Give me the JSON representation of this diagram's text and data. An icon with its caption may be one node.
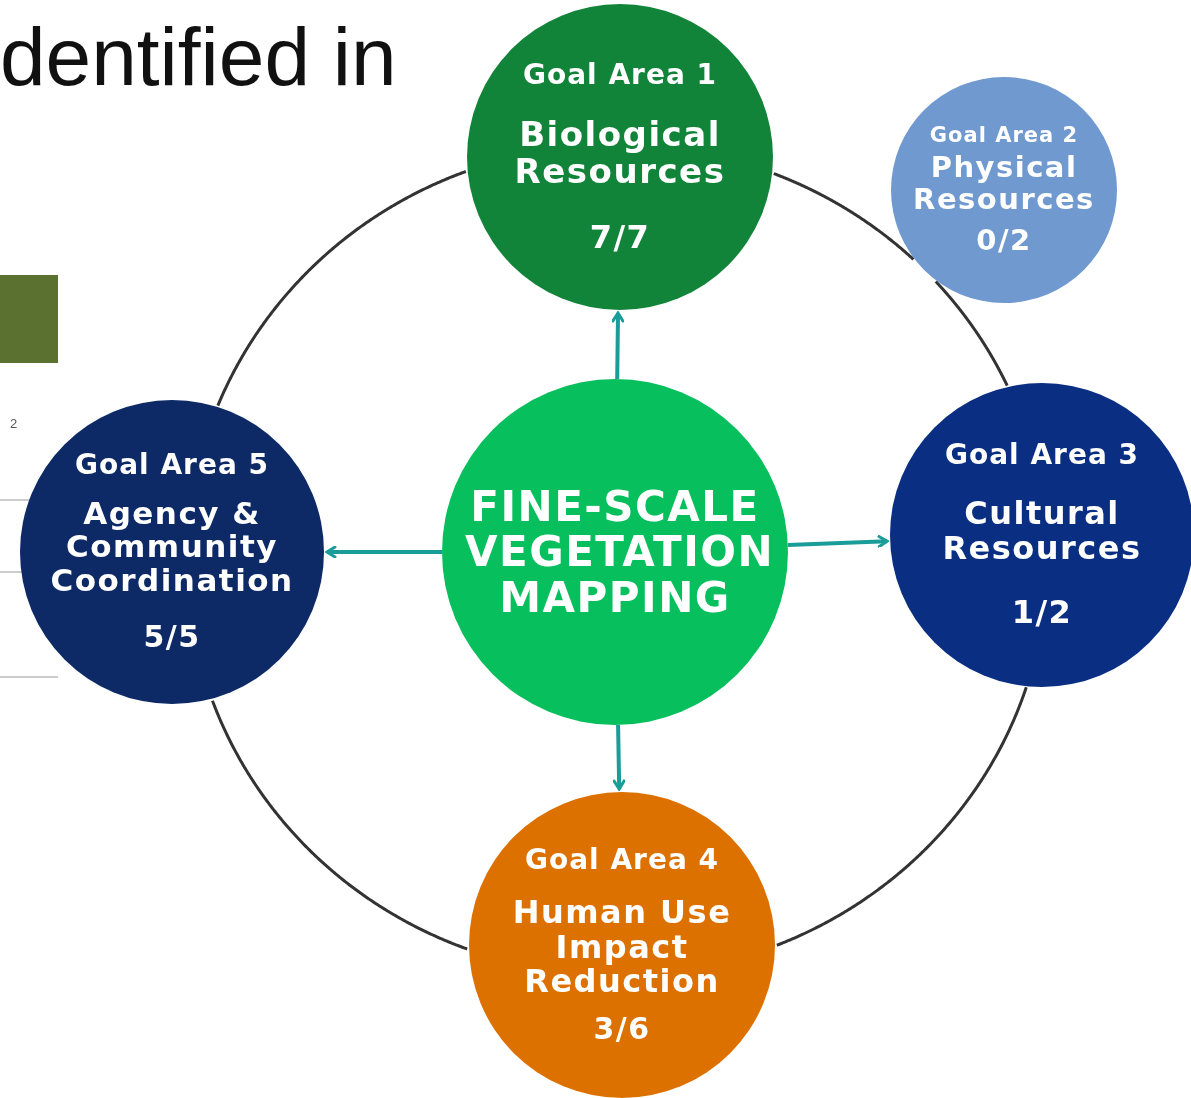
{
  "diagram": {
    "title": "dentified in",
    "nodes": [
      {
        "text": [
          "FINE-SCALE VEGETATION MAPPING"
        ]
      },
      {
        "text": [
          "Goal Area 1",
          "Biological Resources",
          "7/7"
        ]
      },
      {
        "text": [
          "Goal Area 2",
          "Physical Resources",
          "0/2"
        ]
      },
      {
        "text": [
          "Goal Area 3",
          "Cultural Resources",
          "1/2"
        ]
      },
      {
        "text": [
          "Goal Area 4",
          "Human Use Impact Reduction",
          "3/6"
        ]
      },
      {
        "text": [
          "Goal Area 5",
          "Agency & Community Coordination",
          "5/5"
        ]
      }
    ],
    "edges": [
      {
        "from": 0,
        "to": 1,
        "arrow": "to",
        "color": "#1a9c99"
      },
      {
        "from": 0,
        "to": 3,
        "arrow": "to",
        "color": "#1a9c99"
      },
      {
        "from": 0,
        "to": 4,
        "arrow": "to",
        "color": "#1a9c99"
      },
      {
        "from": 0,
        "to": 5,
        "arrow": "to",
        "color": "#1a9c99"
      },
      {
        "from": 1,
        "to": 2,
        "arrow": "none"
      },
      {
        "from": 2,
        "to": 3,
        "arrow": "none"
      },
      {
        "from": 3,
        "to": 4,
        "arrow": "none"
      },
      {
        "from": 4,
        "to": 5,
        "arrow": "none"
      },
      {
        "from": 5,
        "to": 1,
        "arrow": "none"
      }
    ],
    "labels": [
      "2"
    ]
  }
}
